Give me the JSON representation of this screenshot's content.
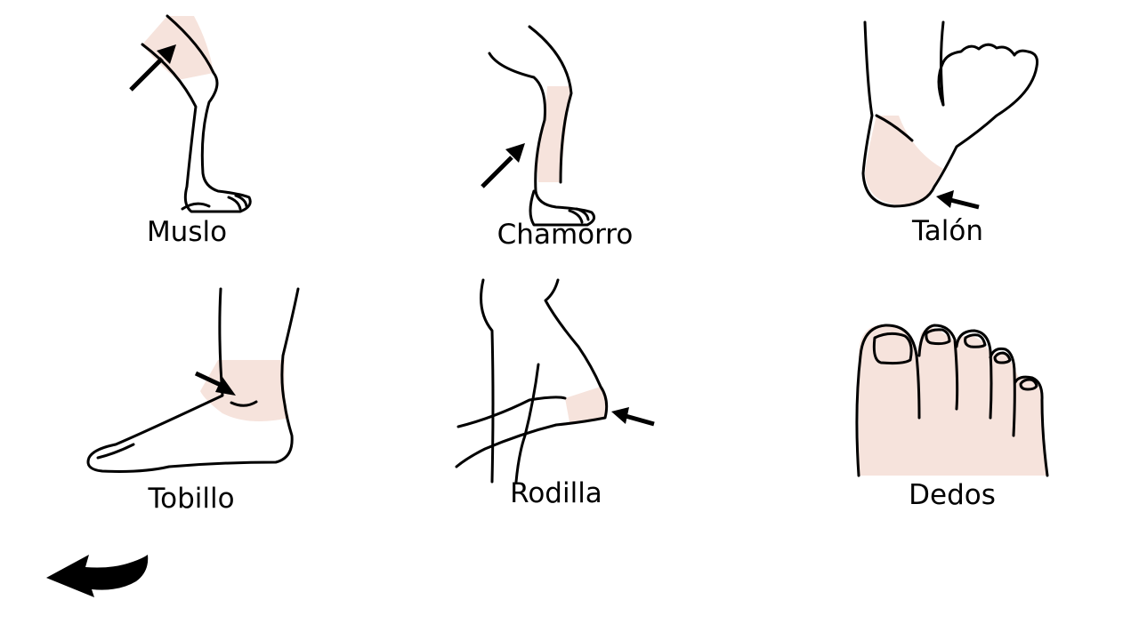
{
  "body_parts": {
    "muslo": {
      "label": "Muslo"
    },
    "chamorro": {
      "label": "Chamorro"
    },
    "talon": {
      "label": "Talón"
    },
    "tobillo": {
      "label": "Tobillo"
    },
    "rodilla": {
      "label": "Rodilla"
    },
    "dedos": {
      "label": "Dedos"
    }
  },
  "navigation": {
    "back_icon": "back-arrow-icon"
  },
  "colors": {
    "highlight": "#f6e3dc",
    "line": "#000000",
    "background": "#ffffff"
  }
}
